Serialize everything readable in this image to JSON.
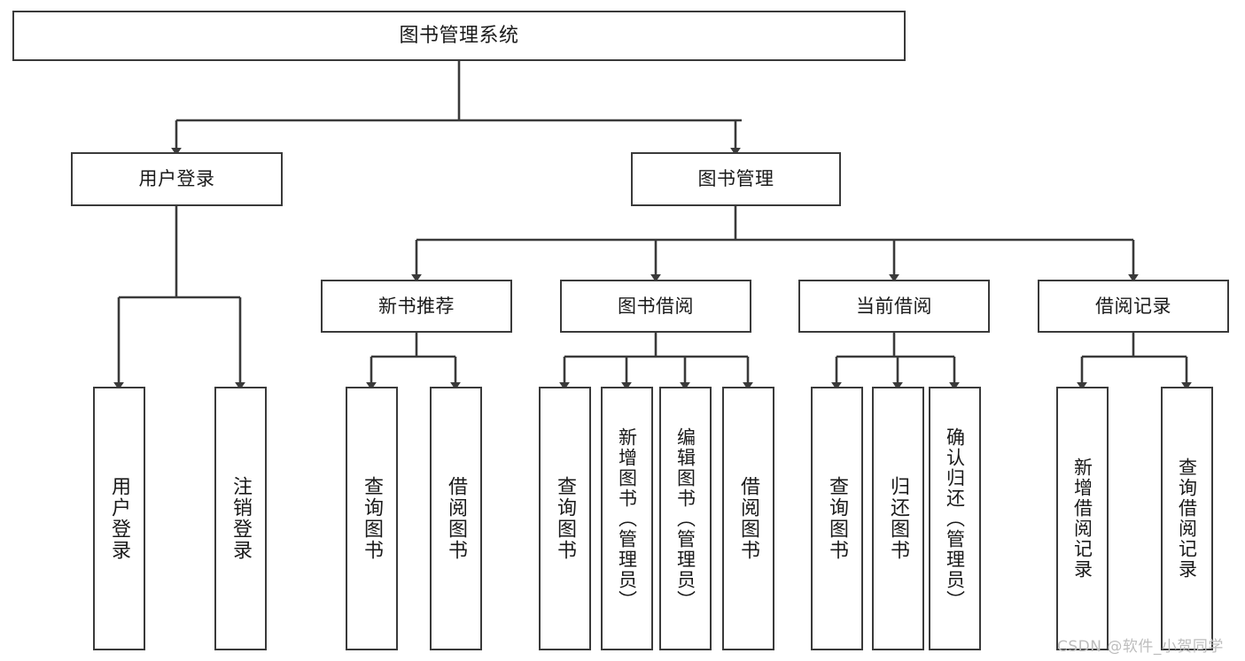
{
  "diagram": {
    "type": "tree-hierarchy",
    "title": "图书管理系统",
    "orientation": "top-down",
    "edge_style": "orthogonal-with-arrowheads",
    "colors": {
      "box_border": "#3a3a3a",
      "box_fill": "#ffffff",
      "edge": "#3a3a3a",
      "text": "#1a1a1a",
      "background": "#ffffff",
      "watermark": "#bdbdbd"
    },
    "root": {
      "id": "root",
      "label": "图书管理系统"
    },
    "level2": [
      {
        "id": "user-login",
        "label": "用户登录"
      },
      {
        "id": "book-management",
        "label": "图书管理"
      }
    ],
    "level3": [
      {
        "id": "new-book-recommend",
        "label": "新书推荐",
        "parent": "book-management"
      },
      {
        "id": "book-borrow",
        "label": "图书借阅",
        "parent": "book-management"
      },
      {
        "id": "current-borrow",
        "label": "当前借阅",
        "parent": "book-management"
      },
      {
        "id": "borrow-record",
        "label": "借阅记录",
        "parent": "book-management"
      }
    ],
    "leaves": {
      "user_login": [
        {
          "id": "leaf-user-login",
          "label": "用户登录"
        },
        {
          "id": "leaf-user-logout",
          "label": "注销登录"
        }
      ],
      "new_book_recommend": [
        {
          "id": "leaf-query-book-1",
          "label": "查询图书"
        },
        {
          "id": "leaf-borrow-book-1",
          "label": "借阅图书"
        }
      ],
      "book_borrow": [
        {
          "id": "leaf-query-book-2",
          "label": "查询图书"
        },
        {
          "id": "leaf-add-book",
          "label": "新增图书（管理员）"
        },
        {
          "id": "leaf-edit-book",
          "label": "编辑图书（管理员）"
        },
        {
          "id": "leaf-borrow-book-2",
          "label": "借阅图书"
        }
      ],
      "current_borrow": [
        {
          "id": "leaf-query-book-3",
          "label": "查询图书"
        },
        {
          "id": "leaf-return-book",
          "label": "归还图书"
        },
        {
          "id": "leaf-confirm-return",
          "label": "确认归还（管理员）"
        }
      ],
      "borrow_record": [
        {
          "id": "leaf-add-borrow-record",
          "label": "新增借阅记录"
        },
        {
          "id": "leaf-query-borrow-record",
          "label": "查询借阅记录"
        }
      ]
    }
  },
  "watermark": {
    "text": "CSDN @软件_小贺同学"
  }
}
